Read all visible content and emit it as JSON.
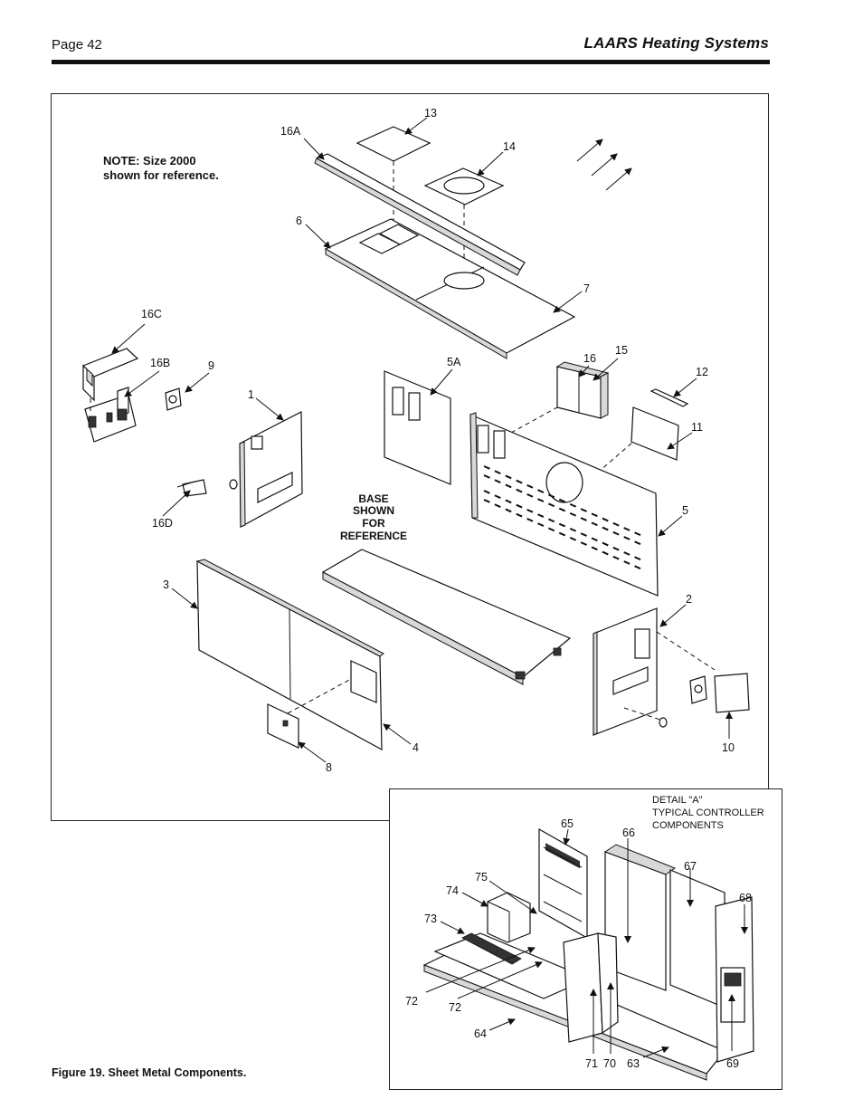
{
  "header": {
    "page_label": "Page 42",
    "brand": "LAARS Heating Systems"
  },
  "figure": {
    "caption": "Figure 19.  Sheet Metal Components.",
    "note_line1": "NOTE: Size 2000",
    "note_line2": "shown for reference.",
    "base_line1": "BASE",
    "base_line2": "SHOWN",
    "base_line3": "FOR",
    "base_line4": "REFERENCE"
  },
  "detail": {
    "title_line1": "DETAIL \"A\"",
    "title_line2": "TYPICAL CONTROLLER",
    "title_line3": "COMPONENTS"
  },
  "part_labels": {
    "p13": "13",
    "p16A": "16A",
    "p14": "14",
    "p6": "6",
    "p7": "7",
    "p16C": "16C",
    "p16B": "16B",
    "p9": "9",
    "p1": "1",
    "p5A": "5A",
    "p16": "16",
    "p15": "15",
    "p12": "12",
    "p11": "11",
    "p16D": "16D",
    "p5": "5",
    "p3": "3",
    "p2": "2",
    "p4": "4",
    "p8": "8",
    "p10": "10",
    "p65": "65",
    "p66": "66",
    "p67": "67",
    "p68": "68",
    "p75": "75",
    "p74": "74",
    "p73": "73",
    "p72a": "72",
    "p72b": "72",
    "p64": "64",
    "p71": "71",
    "p70": "70",
    "p63": "63",
    "p69": "69"
  }
}
